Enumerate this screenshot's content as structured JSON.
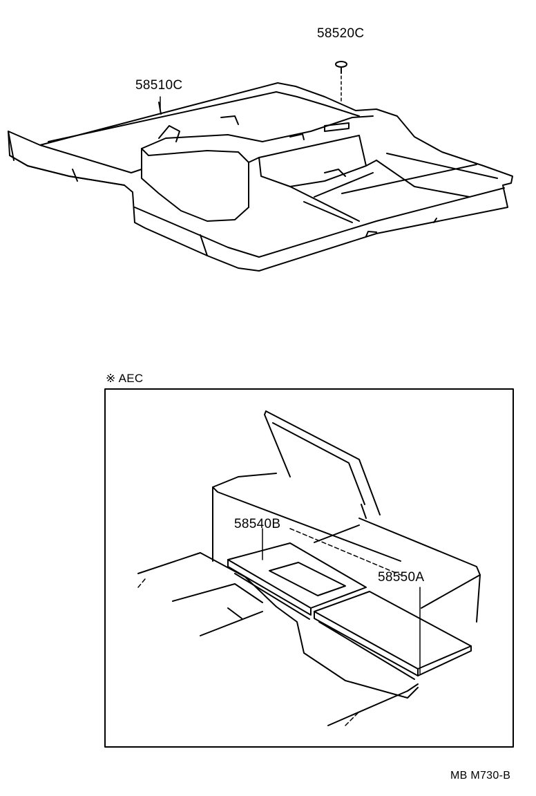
{
  "labels": {
    "part_58520": "58520C",
    "part_58510": "58510C",
    "inset_note": "※ AEC",
    "part_58540": "58540B",
    "part_58550": "58550A",
    "diagram_code": "MB M730-B"
  },
  "colors": {
    "line": "#000000",
    "background": "#ffffff"
  }
}
